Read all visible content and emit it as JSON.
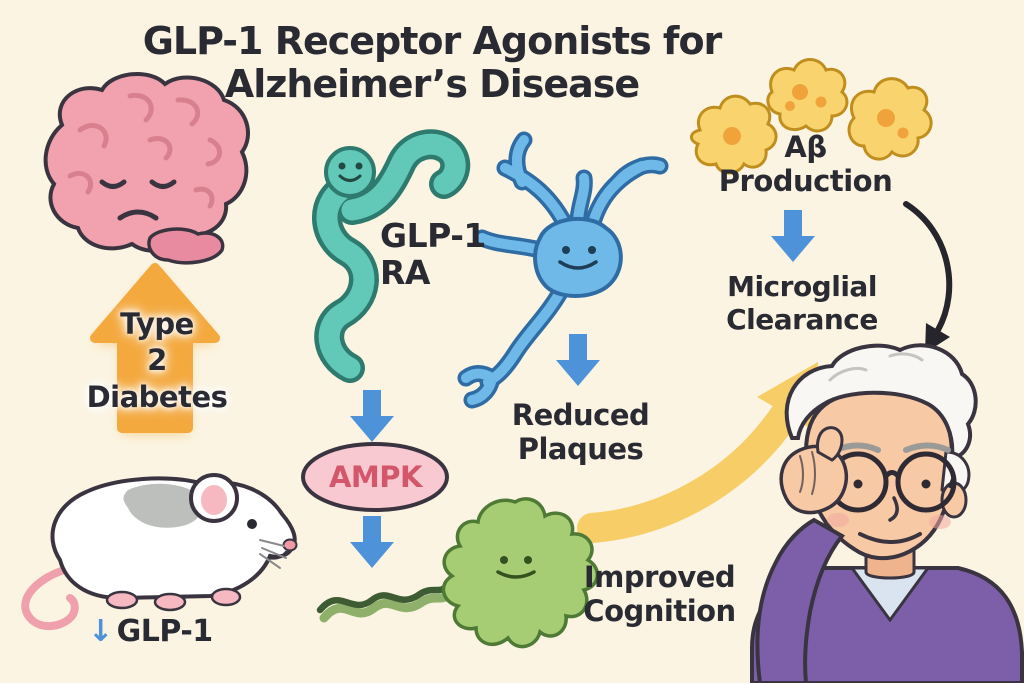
{
  "title": {
    "line1": "GLP-1 Receptor Agonists for",
    "line2": "Alzheimer’s Disease"
  },
  "labels": {
    "type2_diabetes": {
      "line1": "Type",
      "line2": "2",
      "line3": "Diabetes"
    },
    "glp1_reduction": {
      "arrow": "↓",
      "text": "GLP-1"
    },
    "glp1_ra": {
      "line1": "GLP-1",
      "line2": "RA"
    },
    "ampk": "AMPK",
    "reduced_plaques": {
      "line1": "Reduced",
      "line2": "Plaques"
    },
    "improved_cognition": {
      "line1": "Improved",
      "line2": "Cognition"
    },
    "abeta_production": {
      "line1": "Aβ",
      "line2": "Production"
    },
    "microglial_clearance": {
      "line1": "Microglial",
      "line2": "Clearance"
    }
  },
  "illustrations": {
    "brain": "sad-brain",
    "mouse": "lab-mouse",
    "glp1_molecule": "glp1-peptide-smiley",
    "neuron": "neuron-smiley",
    "microglia": "microglia-smiley",
    "amyloid": "amyloid-beta-clumps",
    "elderly_man": "elderly-man-thinking"
  },
  "colors": {
    "background": "#FBF4E2",
    "text": "#2A2A33",
    "blue_arrow": "#4E93D9",
    "orange_arrow": "#F4A93E",
    "yellow_arrow": "#F6CD67",
    "ampk_fill": "#F9C9D2",
    "ampk_text": "#D4566A",
    "brain_pink": "#F2A2AE",
    "molecule_teal": "#62C9B8",
    "neuron_blue": "#6FB9E9",
    "microglia_green": "#A6CC74",
    "amyloid_yellow": "#F8D36E",
    "sweater_purple": "#7C5FA8"
  }
}
